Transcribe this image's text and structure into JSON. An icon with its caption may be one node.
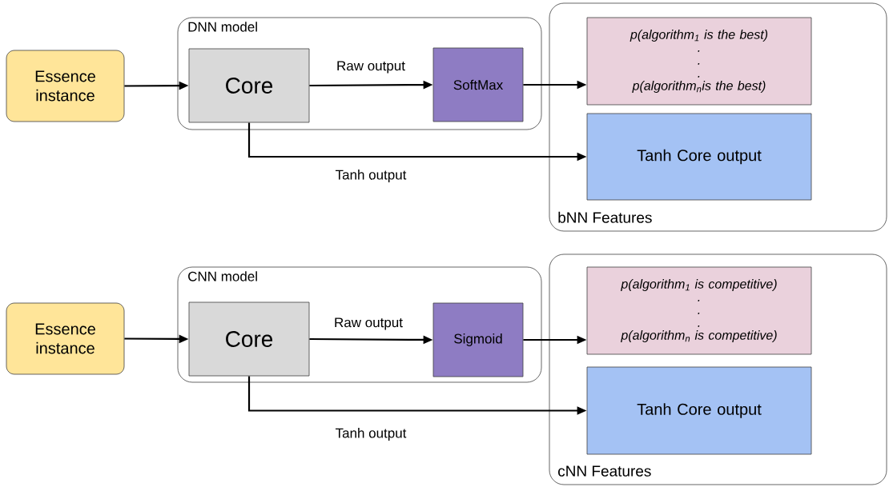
{
  "diagram": {
    "nodes": [
      {
        "text": [
          "Essence instance"
        ]
      },
      {
        "text": [
          "DNN model"
        ]
      },
      {
        "text": [
          "Core"
        ],
        "in": 1
      },
      {
        "text": [
          "SoftMax"
        ],
        "in": 1
      },
      {
        "text": [
          "bNN Features"
        ]
      },
      {
        "text": [
          "p(algorithm$_{1}$ is the best)",
          ".",
          ".",
          ".",
          "p(algorithm$_{n}$is the best)"
        ],
        "in": 4
      },
      {
        "text": [
          "Tanh Core output"
        ],
        "in": 4
      },
      {
        "text": [
          "Essence instance"
        ]
      },
      {
        "text": [
          "CNN model"
        ]
      },
      {
        "text": [
          "Core"
        ],
        "in": 8
      },
      {
        "text": [
          "Sigmoid"
        ],
        "in": 8
      },
      {
        "text": [
          "cNN Features"
        ]
      },
      {
        "text": [
          "p(algorithm$_{1}$ is competitive)",
          ".",
          ".",
          ".",
          "p(algorithm$_{n}$ is competitive)"
        ],
        "in": 11
      },
      {
        "text": [
          "Tanh Core output"
        ],
        "in": 11
      }
    ],
    "edges": [
      {
        "from": 0,
        "to": 2,
        "arrow": "to"
      },
      {
        "from": 2,
        "to": 3,
        "arrow": "to",
        "label": "Raw output"
      },
      {
        "from": 3,
        "to": 5,
        "arrow": "to"
      },
      {
        "from": 2,
        "to": 6,
        "arrow": "to",
        "label": "Tanh output"
      },
      {
        "from": 7,
        "to": 9,
        "arrow": "to"
      },
      {
        "from": 9,
        "to": 10,
        "arrow": "to",
        "label": "Raw output"
      },
      {
        "from": 10,
        "to": 12,
        "arrow": "to"
      },
      {
        "from": 9,
        "to": 13,
        "arrow": "to",
        "label": "Tanh output"
      }
    ]
  }
}
